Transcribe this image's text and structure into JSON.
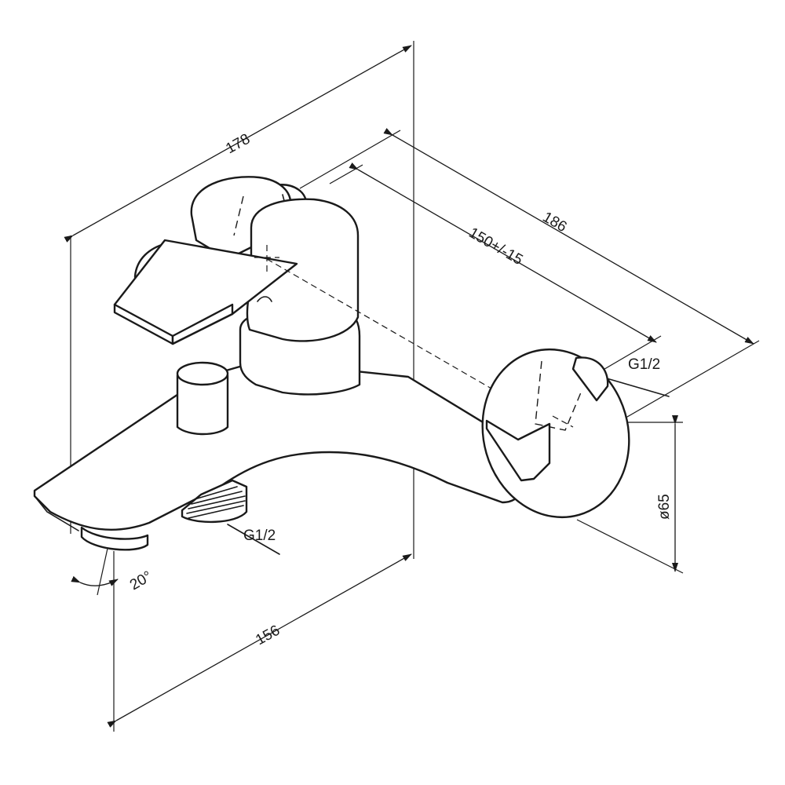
{
  "dimensions": {
    "overall_height": "178",
    "overall_depth": "186",
    "connection_spacing": "150+/-15",
    "inlet_thread": "G1/2",
    "outlet_thread": "G1/2",
    "spout_angle": "20°",
    "wall_rosette_diameter": "ø65",
    "spout_length": "156"
  }
}
